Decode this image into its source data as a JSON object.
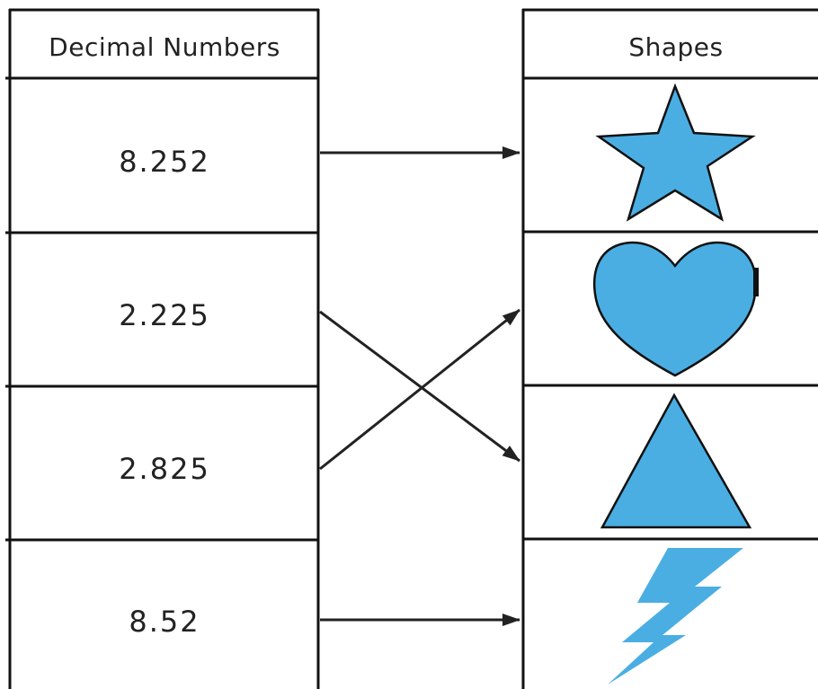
{
  "left_table": {
    "header": "Decimal Numbers",
    "rows": [
      "8.252",
      "2.225",
      "2.825",
      "8.52"
    ]
  },
  "right_table": {
    "header": "Shapes",
    "rows": [
      {
        "shape": "star-icon"
      },
      {
        "shape": "heart-icon"
      },
      {
        "shape": "triangle-icon"
      },
      {
        "shape": "lightning-bolt-icon"
      }
    ]
  },
  "matches": [
    {
      "from": 0,
      "to": 0
    },
    {
      "from": 1,
      "to": 2
    },
    {
      "from": 2,
      "to": 1
    },
    {
      "from": 3,
      "to": 3
    }
  ],
  "colors": {
    "shape_fill": "#4aaee3",
    "line": "#111111",
    "text": "#222222"
  }
}
